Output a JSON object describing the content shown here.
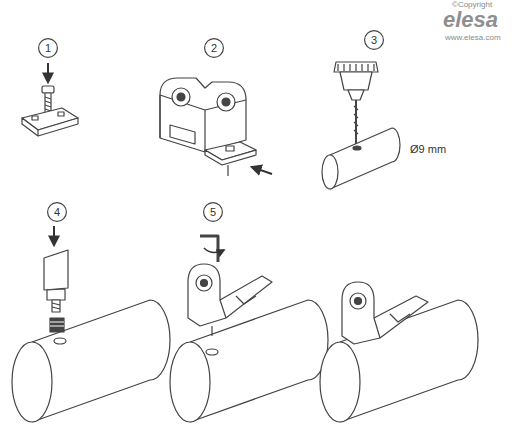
{
  "diagram": {
    "nodes": [
      {
        "text": [
          "1"
        ]
      },
      {
        "text": [
          "2"
        ]
      },
      {
        "text": [
          "3"
        ]
      },
      {
        "text": [
          "4"
        ]
      },
      {
        "text": [
          "5"
        ]
      }
    ],
    "labels": [
      "©Copyright",
      "elesa",
      "www.elesa.com",
      "Ø9 mm"
    ]
  }
}
